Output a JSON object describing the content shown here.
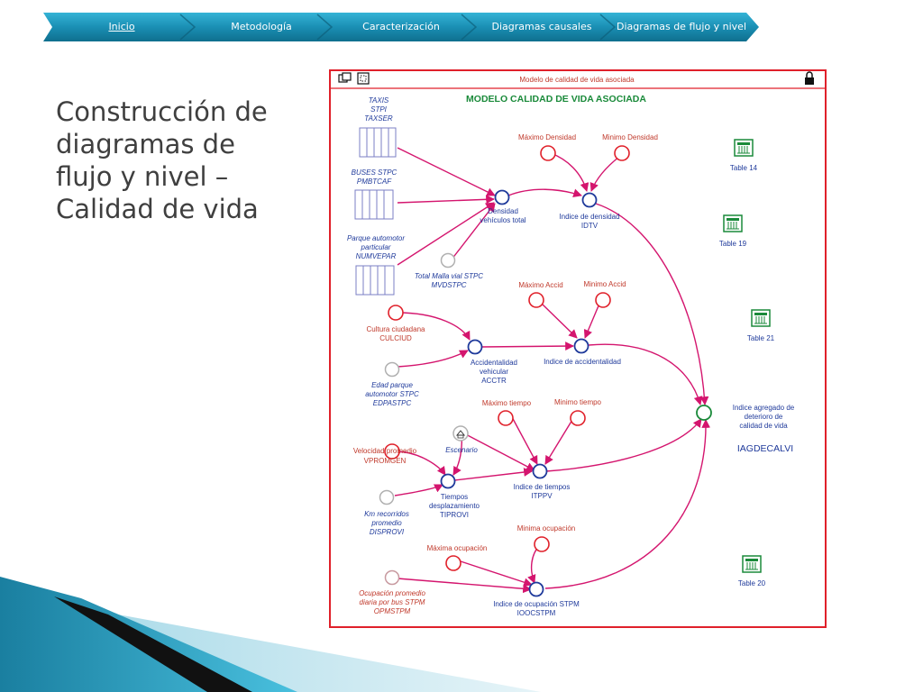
{
  "nav": {
    "items": [
      {
        "label": "Inicio",
        "active": true
      },
      {
        "label": "Metodología",
        "active": false
      },
      {
        "label": "Caracterización",
        "active": false
      },
      {
        "label": "Diagramas causales",
        "active": false
      },
      {
        "label": "Diagramas de flujo y nivel",
        "active": false
      }
    ]
  },
  "slide_title": "Construcción de diagramas de flujo y nivel – Calidad de vida",
  "colors": {
    "nav_bar": "#1a7fa0",
    "frame": "#e0202a",
    "arrow": "#d4156e",
    "aux_node": "#1f3a9b",
    "output_node": "#1a8a3a",
    "exo_node": "#e0202a",
    "label_red": "#c0392b",
    "label_blue": "#1f3a9b",
    "table_icon": "#1a8a3a"
  },
  "diagram": {
    "window_title": "Modelo de calidad de vida asociada",
    "heading": "MODELO CALIDAD DE VIDA ASOCIADA",
    "toolbar_icons": [
      "copy-icon",
      "select-icon",
      "lock-icon"
    ],
    "lookups": [
      {
        "name": "taxis-lookup",
        "label": "TAXIS STPI TAXSER"
      },
      {
        "name": "buses-lookup",
        "label": "BUSES STPC PMBTCAF"
      },
      {
        "name": "parque-lookup",
        "label": "Parque automotor particular NUMVEPAR"
      }
    ],
    "labels": {
      "taxis_1": "TAXIS",
      "taxis_2": "STPI",
      "taxis_3": "TAXSER",
      "buses_1": "BUSES STPC",
      "buses_2": "PMBTCAF",
      "parque_1": "Parque automotor",
      "parque_2": "particular",
      "parque_3": "NUMVEPAR",
      "malla_1": "Total Malla vial STPC",
      "malla_2": "MVDSTPC",
      "densidad_1": "Densidad",
      "densidad_2": "vehículos total",
      "idtv_1": "Indice de densidad",
      "idtv_2": "IDTV",
      "max_densidad": "Máximo Densidad",
      "min_densidad": "Minimo Densidad",
      "max_accid": "Máximo Accid",
      "min_accid": "Minimo Accid",
      "cultura_1": "Cultura ciudadana",
      "cultura_2": "CULCIUD",
      "acctr_1": "Accidentalidad",
      "acctr_2": "vehicular",
      "acctr_3": "ACCTR",
      "iacc": "Indice de accidentalidad",
      "edad_1": "Edad parque",
      "edad_2": "automotor STPC",
      "edad_3": "EDPASTPC",
      "max_tiempo": "Máximo tiempo",
      "min_tiempo": "Minimo tiempo",
      "escenario": "Escenario",
      "vel_1": "Velocidad promedio",
      "vel_2": "VPROMGEN",
      "tiempos_1": "Tiempos",
      "tiempos_2": "desplazamiento",
      "tiempos_3": "TIPROVI",
      "itppv_1": "Indice de tiempos",
      "itppv_2": "ITPPV",
      "km_1": "Km recorridos",
      "km_2": "promedio",
      "km_3": "DISPROVI",
      "min_ocup": "Minima ocupación",
      "max_ocup": "Máxima ocupación",
      "ocup_1": "Ocupación promedio",
      "ocup_2": "diaria por bus STPM",
      "ocup_3": "OPMSTPM",
      "iocc_1": "Indice de ocupación STPM",
      "iocc_2": "IOOCSTPM",
      "iag_1": "Indice agregado de",
      "iag_2": "deterioro de",
      "iag_3": "calidad de vida",
      "iag_code": "IAGDECALVI"
    },
    "tables": [
      {
        "name": "table-14",
        "label": "Table 14"
      },
      {
        "name": "table-19",
        "label": "Table 19"
      },
      {
        "name": "table-21",
        "label": "Table 21"
      },
      {
        "name": "table-20",
        "label": "Table 20"
      }
    ]
  }
}
